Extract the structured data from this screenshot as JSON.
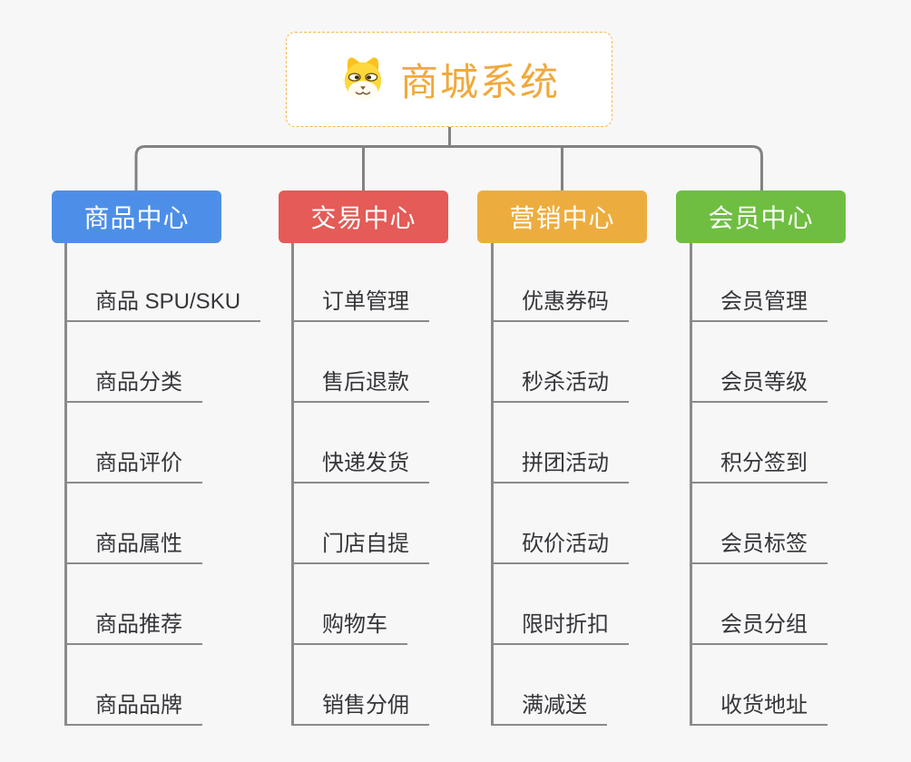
{
  "root": {
    "label": "商城系统",
    "icon": "dog-face-icon",
    "text_color": "#F0A93C",
    "border_color": "#F5B44F"
  },
  "branches": [
    {
      "label": "商品中心",
      "color": "#4D8FE8",
      "children": [
        "商品 SPU/SKU",
        "商品分类",
        "商品评价",
        "商品属性",
        "商品推荐",
        "商品品牌"
      ]
    },
    {
      "label": "交易中心",
      "color": "#E45B57",
      "children": [
        "订单管理",
        "售后退款",
        "快递发货",
        "门店自提",
        "购物车",
        "销售分佣"
      ]
    },
    {
      "label": "营销中心",
      "color": "#EDAD3E",
      "children": [
        "优惠券码",
        "秒杀活动",
        "拼团活动",
        "砍价活动",
        "限时折扣",
        "满减送"
      ]
    },
    {
      "label": "会员中心",
      "color": "#6FBE41",
      "children": [
        "会员管理",
        "会员等级",
        "积分签到",
        "会员标签",
        "会员分组",
        "收货地址"
      ]
    }
  ],
  "connector_color": "#828282",
  "background_color": "#F7F7F7"
}
